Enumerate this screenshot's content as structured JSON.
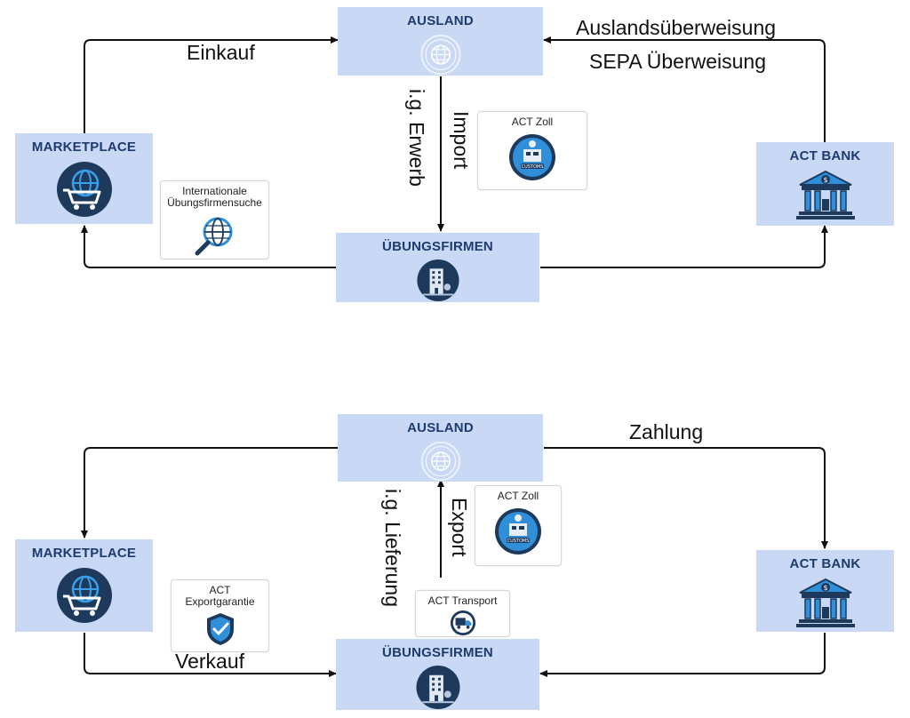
{
  "top": {
    "ausland": "AUSLAND",
    "marketplace": "MARKETPLACE",
    "bank": "ACT BANK",
    "firmen": "ÜBUNGSFIRMEN",
    "label_einkauf": "Einkauf",
    "label_ausland_ueberweisung": "Auslandsüberweisung",
    "label_sepa": "SEPA Überweisung",
    "label_ig_erwerb": "i.g. Erwerb",
    "label_import": "Import",
    "card_zoll": "ACT Zoll",
    "card_suche_line1": "Internationale",
    "card_suche_line2": "Übungsfirmensuche"
  },
  "bottom": {
    "ausland": "AUSLAND",
    "marketplace": "MARKETPLACE",
    "bank": "ACT BANK",
    "firmen": "ÜBUNGSFIRMEN",
    "label_zahlung": "Zahlung",
    "label_verkauf": "Verkauf",
    "label_ig_lieferung": "i.g. Lieferung",
    "label_export": "Export",
    "card_zoll": "ACT Zoll",
    "card_transport": "ACT Transport",
    "card_garantie_line1": "ACT",
    "card_garantie_line2": "Exportgarantie"
  },
  "colors": {
    "box_fill": "#c9d9f5",
    "title_text": "#1f3a6e",
    "icon_dark": "#1d3a5c",
    "icon_blue": "#2f8fd8",
    "line": "#111111"
  }
}
